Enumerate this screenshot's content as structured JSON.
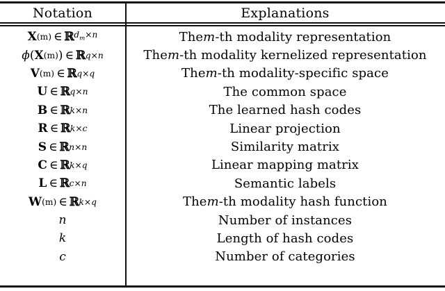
{
  "table": {
    "headers": {
      "notation": "Notation",
      "explanations": "Explanations"
    },
    "rows": [
      {
        "notation_plain": "X^(m) ∈ ℝ^{d_m × n}",
        "symbol": "X",
        "symbol_sup": "(m)",
        "space_base": "ℝ",
        "space_sup": "d_m×n",
        "explanation": "The m-th modality representation",
        "explanation_pre": "The ",
        "explanation_italic": "m",
        "explanation_post": "-th modality representation"
      },
      {
        "notation_plain": "ϕ(X^(m)) ∈ ℝ^{q × n}",
        "symbol": "ϕ(X)",
        "symbol_sup": "(m)",
        "space_base": "ℝ",
        "space_sup": "q×n",
        "explanation": "The m-th modality kernelized representation",
        "explanation_pre": "The ",
        "explanation_italic": "m",
        "explanation_post": "-th modality kernelized representation"
      },
      {
        "notation_plain": "V^(m) ∈ ℝ^{q × q}",
        "symbol": "V",
        "symbol_sup": "(m)",
        "space_base": "ℝ",
        "space_sup": "q×q",
        "explanation": "The m-th modality-specific space",
        "explanation_pre": "The ",
        "explanation_italic": "m",
        "explanation_post": "-th modality-specific space"
      },
      {
        "notation_plain": "U ∈ ℝ^{q × n}",
        "symbol": "U",
        "symbol_sup": "",
        "space_base": "ℝ",
        "space_sup": "q×n",
        "explanation": "The common space",
        "explanation_pre": "The common space",
        "explanation_italic": "",
        "explanation_post": ""
      },
      {
        "notation_plain": "B ∈ ℝ^{k × n}",
        "symbol": "B",
        "symbol_sup": "",
        "space_base": "ℝ",
        "space_sup": "k×n",
        "explanation": "The learned hash codes",
        "explanation_pre": "The learned hash codes",
        "explanation_italic": "",
        "explanation_post": ""
      },
      {
        "notation_plain": "R ∈ ℝ^{k × c}",
        "symbol": "R",
        "symbol_sup": "",
        "space_base": "ℝ",
        "space_sup": "k×c",
        "explanation": "Linear projection",
        "explanation_pre": "Linear projection",
        "explanation_italic": "",
        "explanation_post": ""
      },
      {
        "notation_plain": "S ∈ ℝ^{n × n}",
        "symbol": "S",
        "symbol_sup": "",
        "space_base": "ℝ",
        "space_sup": "n×n",
        "explanation": "Similarity matrix",
        "explanation_pre": "Similarity matrix",
        "explanation_italic": "",
        "explanation_post": ""
      },
      {
        "notation_plain": "C ∈ ℝ^{k × q}",
        "symbol": "C",
        "symbol_sup": "",
        "space_base": "ℝ",
        "space_sup": "k×q",
        "explanation": "Linear mapping matrix",
        "explanation_pre": "Linear mapping matrix",
        "explanation_italic": "",
        "explanation_post": ""
      },
      {
        "notation_plain": "L ∈ ℝ^{c × n}",
        "symbol": "L",
        "symbol_sup": "",
        "space_base": "ℝ",
        "space_sup": "c×n",
        "explanation": "Semantic labels",
        "explanation_pre": "Semantic labels",
        "explanation_italic": "",
        "explanation_post": ""
      },
      {
        "notation_plain": "W^(m) ∈ ℝ^{k × q}",
        "symbol": "W",
        "symbol_sup": "(m)",
        "space_base": "ℝ",
        "space_sup": "k×q",
        "explanation": "The m-th modality hash function",
        "explanation_pre": "The ",
        "explanation_italic": "m",
        "explanation_post": "-th modality hash function"
      },
      {
        "notation_plain": "n",
        "symbol": "n",
        "symbol_sup": "",
        "space_base": "",
        "space_sup": "",
        "explanation": "Number of instances",
        "explanation_pre": "Number of instances",
        "explanation_italic": "",
        "explanation_post": ""
      },
      {
        "notation_plain": "k",
        "symbol": "k",
        "symbol_sup": "",
        "space_base": "",
        "space_sup": "",
        "explanation": "Length of hash codes",
        "explanation_pre": "Length of hash codes",
        "explanation_italic": "",
        "explanation_post": ""
      },
      {
        "notation_plain": "c",
        "symbol": "c",
        "symbol_sup": "",
        "space_base": "",
        "space_sup": "",
        "explanation": "Number of categories",
        "explanation_pre": "Number of categories",
        "explanation_italic": "",
        "explanation_post": ""
      }
    ]
  },
  "style": {
    "text_color": "#000000",
    "rule_color": "#101010",
    "background": "#ffffff"
  }
}
